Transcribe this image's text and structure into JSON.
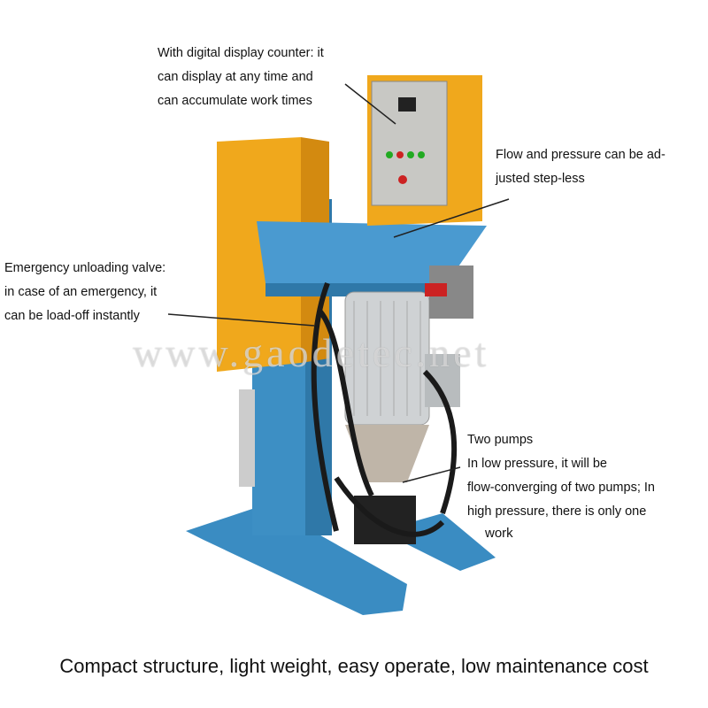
{
  "callouts": {
    "counter": [
      "With digital display counter: it",
      "can display at any time and",
      "can accumulate work times"
    ],
    "flow": [
      "Flow and pressure can be ad-",
      "justed step-less"
    ],
    "valve": [
      "Emergency unloading valve:",
      "in case of an emergency, it",
      "can be load-off instantly"
    ],
    "pumps": [
      "Two pumps",
      "In low pressure, it will be",
      "flow-converging of two pumps; In",
      "high pressure, there is only one"
    ],
    "pumps_last": "work"
  },
  "watermark": "www.gaodetec.net",
  "caption": "Compact structure, light weight,  easy operate, low maintenance cost",
  "colors": {
    "frame": "#3d8fc4",
    "cabinet": "#f0a81c",
    "panel": "#c8c8c4",
    "motor": "#cfd2d4",
    "hose": "#1a1a1a"
  }
}
